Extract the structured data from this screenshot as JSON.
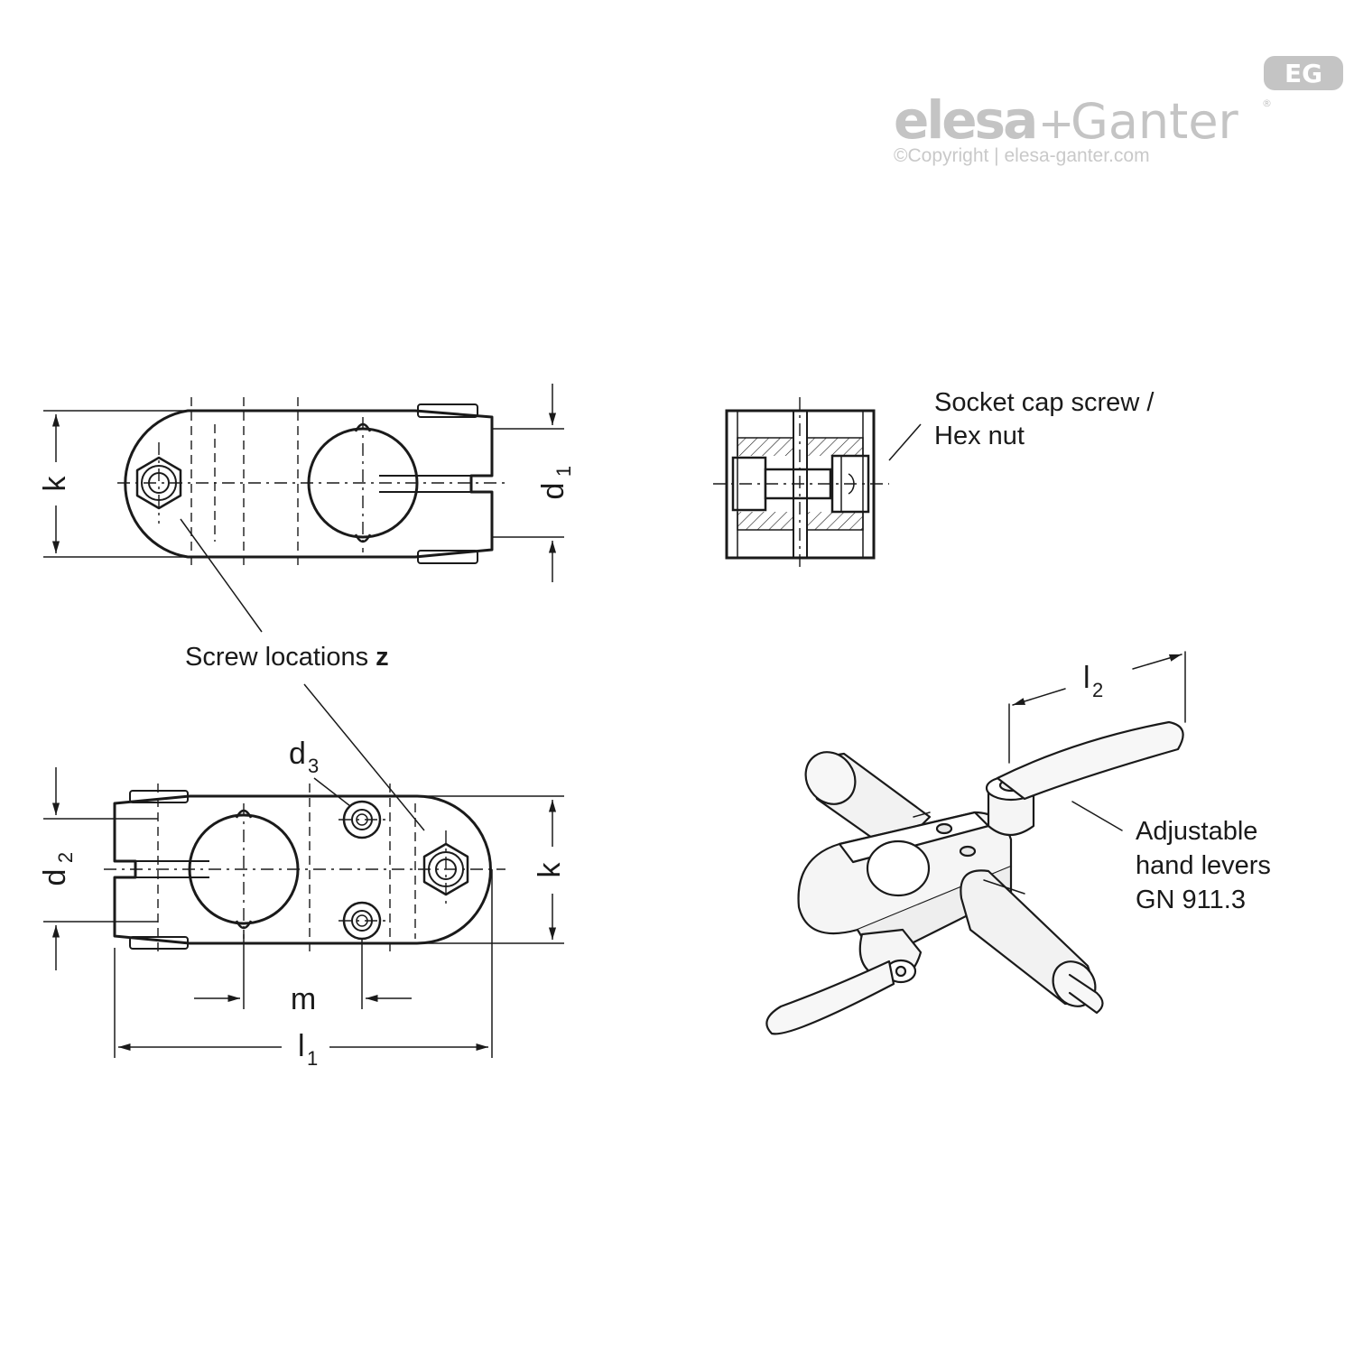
{
  "logo": {
    "brand_a": "elesa",
    "plus": "+",
    "brand_b": "Ganter",
    "reg": "®",
    "badge": "EG",
    "copyright": "©Copyright | elesa-ganter.com"
  },
  "labels": {
    "k_top": "k",
    "d1": "d",
    "d1_sub": "1",
    "screw_locations": "Screw locations ",
    "screw_locations_z": "z",
    "d3": "d",
    "d3_sub": "3",
    "d2": "d",
    "d2_sub": "2",
    "k_bottom": "k",
    "m": "m",
    "l1": "l",
    "l1_sub": "1",
    "l2": "l",
    "l2_sub": "2",
    "socket_line1": "Socket cap screw /",
    "socket_line2": "Hex nut",
    "levers_line1": "Adjustable",
    "levers_line2": "hand levers",
    "levers_line3": "GN 911.3"
  },
  "colors": {
    "line": "#1a1a1a",
    "logo_gray": "#c4c4c4",
    "render_fill": "#f4f4f4"
  }
}
